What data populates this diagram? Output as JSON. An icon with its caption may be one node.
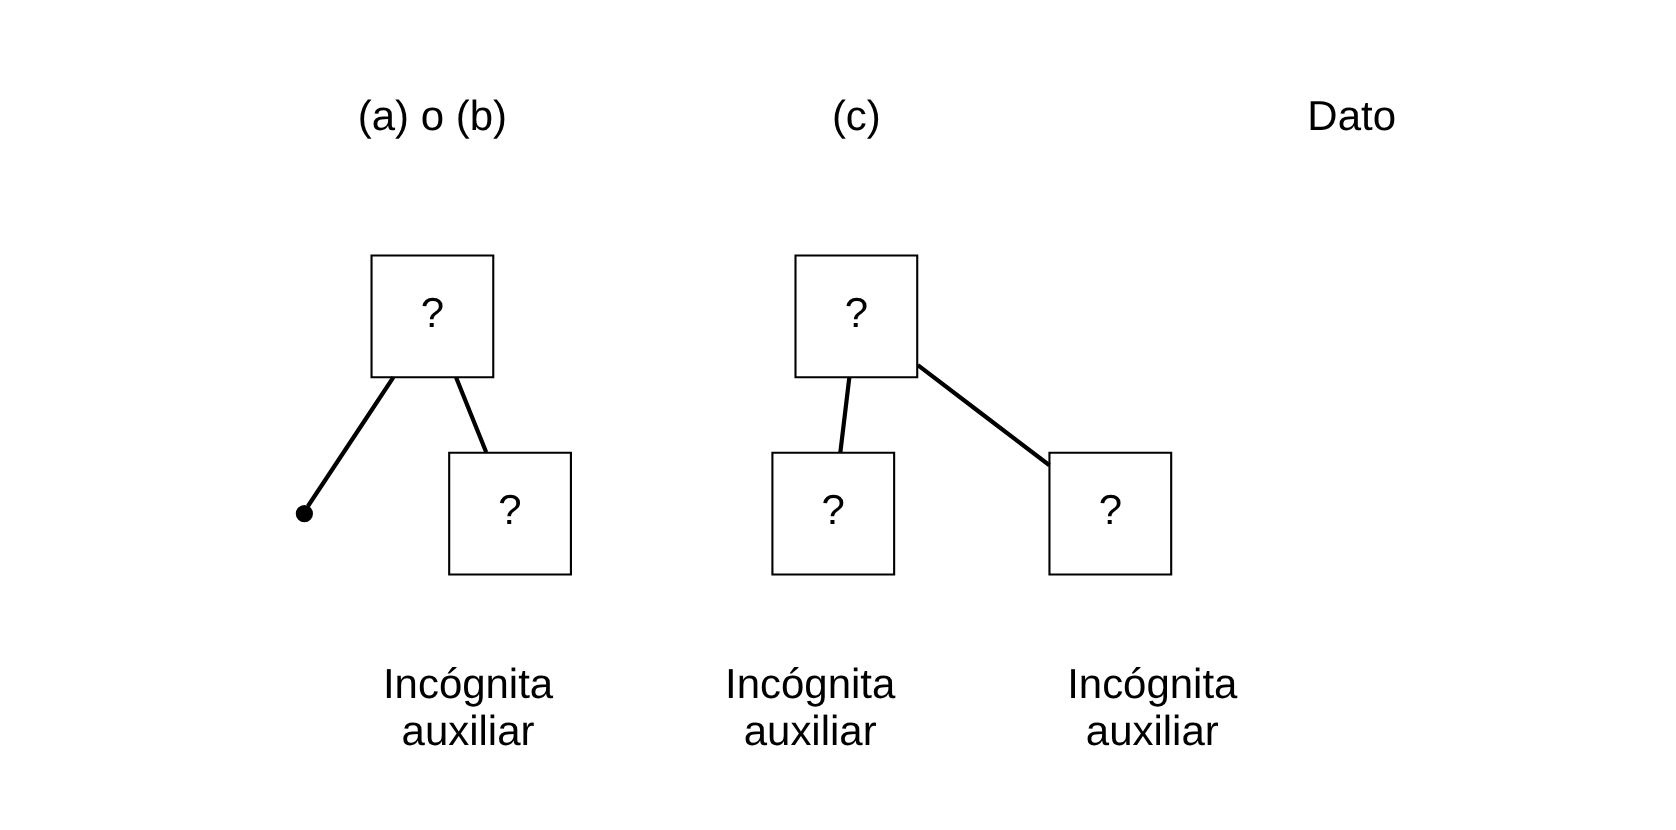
{
  "diagram": {
    "nodes": [
      {
        "text": [
          "?"
        ]
      },
      {
        "text": [],
        "shape": "circle"
      },
      {
        "text": [
          "?"
        ],
        "beside": [
          "Incógnita auxiliar"
        ]
      },
      {
        "text": [
          "?"
        ]
      },
      {
        "text": [
          "?"
        ],
        "beside": [
          "Incógnita auxiliar"
        ]
      },
      {
        "text": [
          "?"
        ],
        "beside": [
          "Incógnita auxiliar"
        ]
      }
    ],
    "edges": [
      {
        "from": 0,
        "to": 1,
        "arrow": "none"
      },
      {
        "from": 0,
        "to": 2,
        "arrow": "none"
      },
      {
        "from": 3,
        "to": 4,
        "arrow": "none"
      },
      {
        "from": 3,
        "to": 5,
        "arrow": "none"
      }
    ],
    "labels": [
      "(a) o (b)",
      "(c)",
      "Dato"
    ]
  }
}
